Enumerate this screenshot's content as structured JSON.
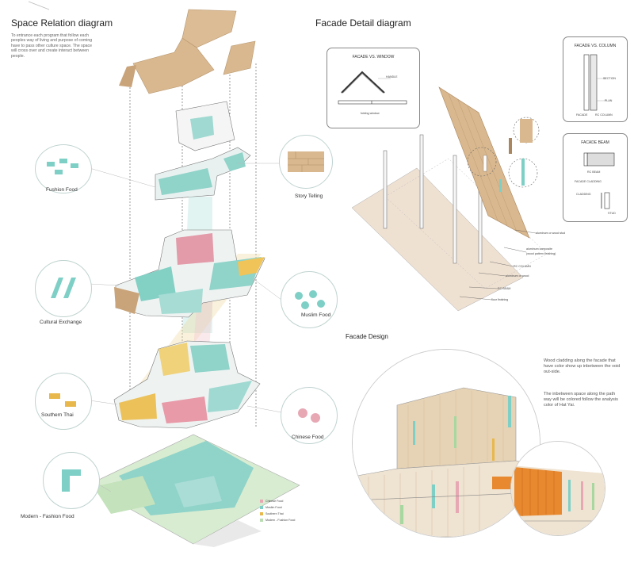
{
  "space": {
    "title": "Space Relation diagram",
    "intro": "To entrance each program that follow each peoples way of living and purpose of coming have to pass other culture space. The space will cross over and create interact between people."
  },
  "circles": {
    "fashion_food": "Fushion Food",
    "story_telling": "Story Telling",
    "cultural_exchange": "Cultural Exchange",
    "muslim_food": "Muslim Food",
    "southern_thai": "Southern Thai",
    "chinese_food": "Chinese Food",
    "modern_fashion_food": "Modern - Fashion Food"
  },
  "legend": [
    {
      "label": "Chinese Food",
      "color": "#e7a8b4"
    },
    {
      "label": "Muslim Food",
      "color": "#7ecfc6"
    },
    {
      "label": "Southern Thai",
      "color": "#e8b84c"
    },
    {
      "label": "Modern - Fushion Food",
      "color": "#b9dcb2"
    }
  ],
  "facade_detail": {
    "title": "Facade Detail diagram",
    "window_box": {
      "title": "FACADE VS. WINDOW",
      "handle": "HANDLE",
      "sub": "folding window"
    },
    "column_box": {
      "title": "FACADE VS. COLUMN",
      "section": "SECTION",
      "plan": "PLAN",
      "facade": "FACADE",
      "rc_column": "RC COLUMN"
    },
    "beam_box": {
      "title": "FACADE BEAM",
      "rc_beam": "RC BEAM",
      "cladding_label": "FACADE CLADDING",
      "cladding": "CLADDING",
      "stud": "STUD"
    },
    "callouts": {
      "stud": "aluminum or wood stud",
      "composite": "aluminum composite",
      "composite_sub": "(wood pattern finishing)",
      "rc_column": "RC COLUMN",
      "aluminum": "aluminum or wood",
      "rc_beam": "RC BEAM",
      "floor": "floor finishing"
    }
  },
  "facade_design": {
    "title": "Facade Design",
    "note1": "Wood cladding along the facade that have color show up inbetween the void out-side.",
    "note2": "The inbetween space along the path way will be colored follow the analysis color of Hat Yai."
  },
  "colors": {
    "teal": "#7ecfc6",
    "pink": "#e7a8b4",
    "yellow": "#e8b84c",
    "green": "#b9dcb2",
    "wood": "#d9b88f",
    "orange": "#e8892f"
  }
}
